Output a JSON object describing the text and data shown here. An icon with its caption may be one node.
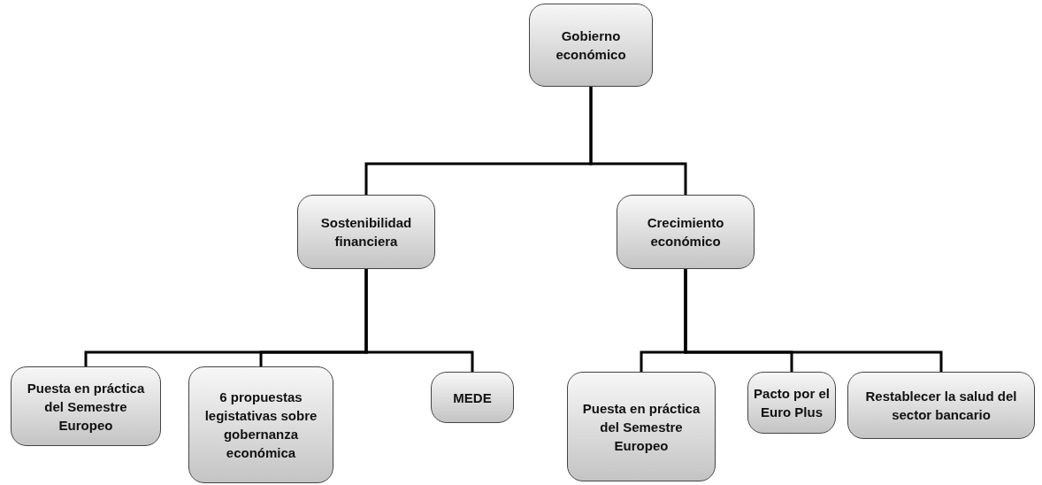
{
  "diagram": {
    "nodes": [
      {
        "text": [
          "Gobierno económico"
        ]
      },
      {
        "text": [
          "Sostenibilidad financiera"
        ]
      },
      {
        "text": [
          "Crecimiento económico"
        ]
      },
      {
        "text": [
          "Puesta en práctica del Semestre Europeo"
        ]
      },
      {
        "text": [
          "6 propuestas legistativas sobre gobernanza económica"
        ]
      },
      {
        "text": [
          "MEDE"
        ]
      },
      {
        "text": [
          "Puesta en práctica del Semestre Europeo"
        ]
      },
      {
        "text": [
          "Pacto por el Euro Plus"
        ]
      },
      {
        "text": [
          "Restablecer la salud del sector bancario"
        ]
      }
    ],
    "edges": [
      {
        "from": 0,
        "to": 1,
        "arrow": "none"
      },
      {
        "from": 0,
        "to": 2,
        "arrow": "none"
      },
      {
        "from": 1,
        "to": 3,
        "arrow": "none"
      },
      {
        "from": 1,
        "to": 4,
        "arrow": "none"
      },
      {
        "from": 1,
        "to": 5,
        "arrow": "none"
      },
      {
        "from": 2,
        "to": 6,
        "arrow": "none"
      },
      {
        "from": 2,
        "to": 7,
        "arrow": "none"
      },
      {
        "from": 2,
        "to": 8,
        "arrow": "none"
      }
    ]
  }
}
